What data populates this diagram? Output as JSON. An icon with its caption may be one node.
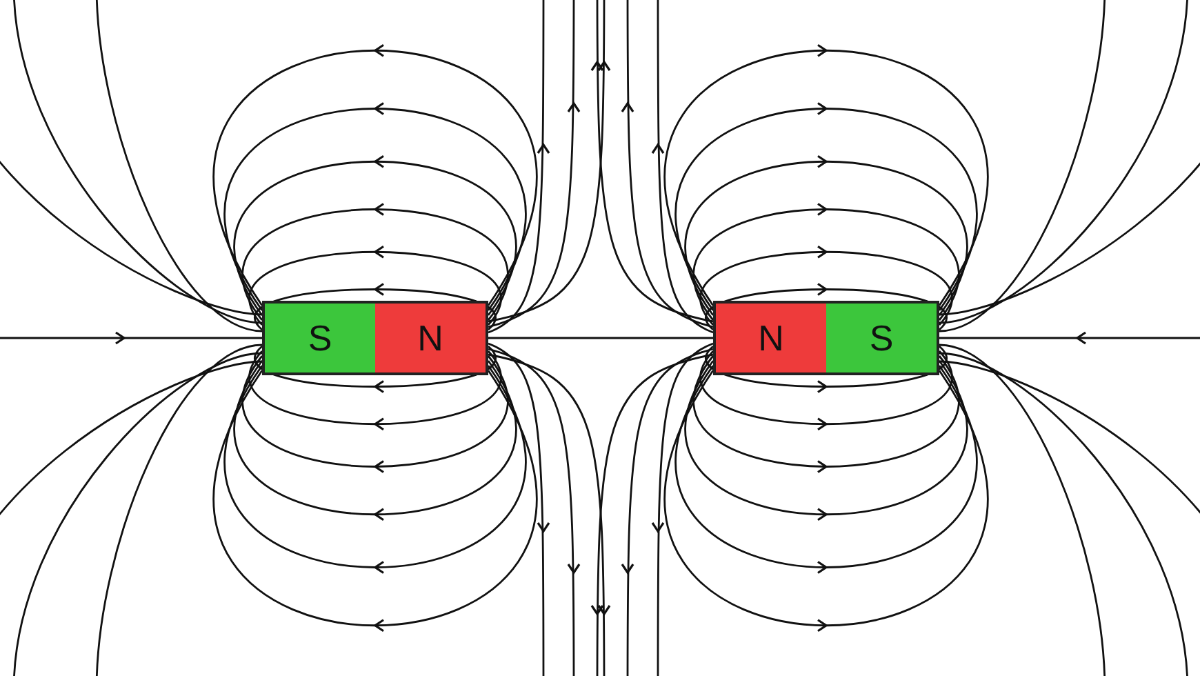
{
  "diagram": {
    "nodes": [
      {
        "text": [],
        "shape": "bar"
      },
      {
        "text": [
          "S"
        ],
        "in": 0
      },
      {
        "text": [
          "N"
        ],
        "in": 0
      },
      {
        "text": [],
        "shape": "bar"
      },
      {
        "text": [
          "N"
        ],
        "in": 3
      },
      {
        "text": [
          "S"
        ],
        "in": 3
      }
    ]
  }
}
